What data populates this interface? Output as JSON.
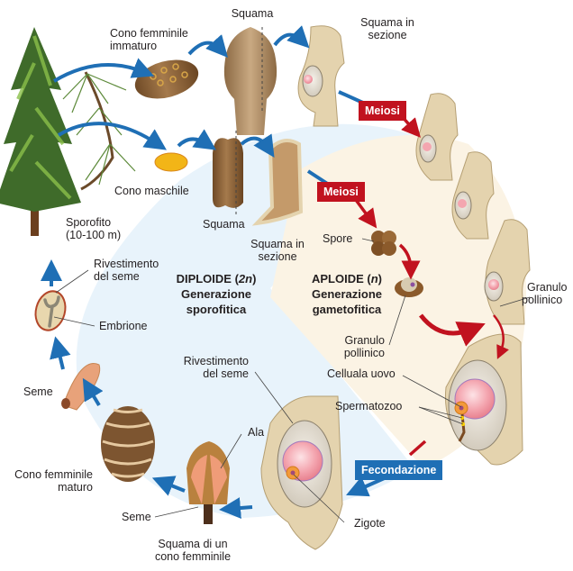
{
  "diagram": {
    "title": "Ciclo vitale del pino",
    "colors": {
      "diploid_bg": "#e8f3fb",
      "haploid_bg": "#fbf3e4",
      "blue_arrow": "#1f6fb5",
      "red_arrow": "#c1121f",
      "scale_tissue": "#e4d3ae",
      "tree_green": "#3f6b2a",
      "cone_brown": "#8b5a2b",
      "pollen_yellow": "#f2b517",
      "egg_pink": "#f4a6b0"
    },
    "phases": {
      "diploid": {
        "line1_a": "DIPLOIDE (",
        "line1_n": "2n",
        "line1_b": ")",
        "line2": "Generazione",
        "line3": "sporofitica"
      },
      "haploid": {
        "line1_a": "APLOIDE (",
        "line1_n": "n",
        "line1_b": ")",
        "line2": "Generazione",
        "line3": "gametofitica"
      }
    },
    "process_tags": {
      "meiosis_top": "Meiosi",
      "meiosis_mid": "Meiosi",
      "fertilization": "Fecondazione"
    },
    "labels": {
      "squama_top": "Squama",
      "female_cone_immature_1": "Cono femminile",
      "female_cone_immature_2": "immaturo",
      "squama_section_top_1": "Squama in",
      "squama_section_top_2": "sezione",
      "male_cone": "Cono maschile",
      "squama_mid": "Squama",
      "squama_section_mid_1": "Squama in",
      "squama_section_mid_2": "sezione",
      "sporophyte_1": "Sporofito",
      "sporophyte_2": "(10-100 m)",
      "seed_coat_left_1": "Rivestimento",
      "seed_coat_left_2": "del seme",
      "embryo": "Embrione",
      "spores": "Spore",
      "pollen_grain_mid_1": "Granulo",
      "pollen_grain_mid_2": "pollinico",
      "pollen_grain_right_1": "Granulo",
      "pollen_grain_right_2": "pollinico",
      "egg_cell": "Celluala uovo",
      "sperm": "Spermatozoo",
      "seed_coat_bottom_1": "Rivestimento",
      "seed_coat_bottom_2": "del seme",
      "wing": "Ala",
      "zygote": "Zigote",
      "seed_left": "Seme",
      "seed_bottom": "Seme",
      "mature_cone_1": "Cono femminile",
      "mature_cone_2": "maturo",
      "female_scale_1": "Squama di un",
      "female_scale_2": "cono femminile"
    }
  }
}
